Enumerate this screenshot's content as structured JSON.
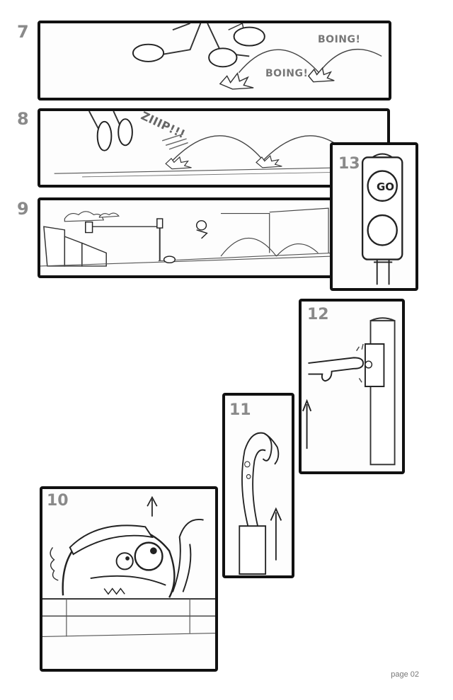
{
  "page": {
    "label": "page 02"
  },
  "panels": [
    {
      "id": "7",
      "number": "7",
      "sfx": [
        "BOING!",
        "BOING!"
      ]
    },
    {
      "id": "8",
      "number": "8",
      "sfx": [
        "ZIIIP!!!"
      ]
    },
    {
      "id": "9",
      "number": "9"
    },
    {
      "id": "13",
      "number": "13",
      "sign": "GO"
    },
    {
      "id": "12",
      "number": "12"
    },
    {
      "id": "11",
      "number": "11"
    },
    {
      "id": "10",
      "number": "10"
    }
  ]
}
